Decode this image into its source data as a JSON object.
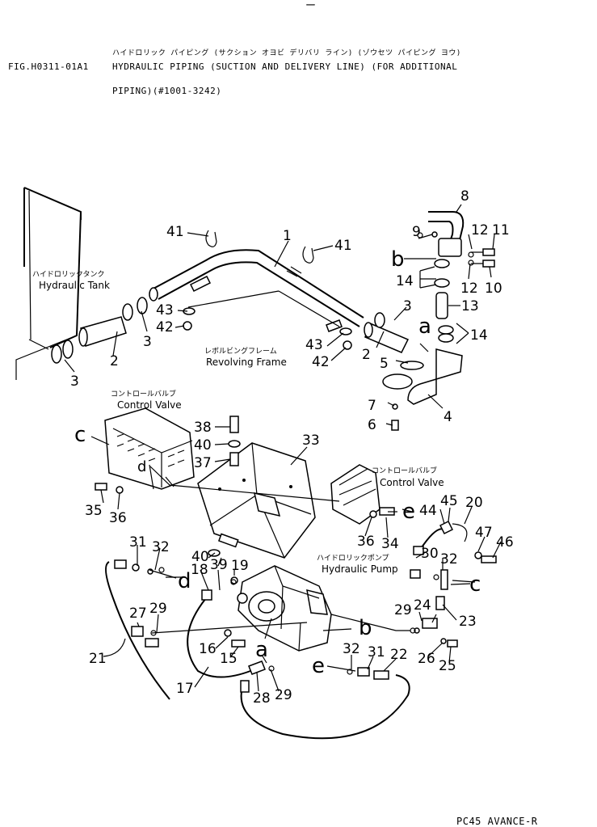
{
  "header": {
    "top_mark": "ー",
    "jp_title": "ハイドロリック パイピング (サクション オヨビ デリバリ ライン) (ゾウセツ パイピング ヨウ)",
    "fig_no": "FIG.H0311-01A1",
    "title_line1": "HYDRAULIC PIPING (SUCTION AND DELIVERY LINE) (FOR ADDITIONAL",
    "title_line2": "PIPING)(#1001-3242)"
  },
  "labels": {
    "hydraulic_tank_jp": "ハイドロリックタンク",
    "hydraulic_tank_en": "Hydraulic Tank",
    "revolving_frame_jp": "レボルビングフレーム",
    "revolving_frame_en": "Revolving Frame",
    "control_valve_left_jp": "コントロールバルブ",
    "control_valve_left_en": "Control Valve",
    "control_valve_right_jp": "コントロールバルブ",
    "control_valve_right_en": "Control Valve",
    "hydraulic_pump_jp": "ハイドロリックポンプ",
    "hydraulic_pump_en": "Hydraulic Pump"
  },
  "refs": [
    "a",
    "b",
    "c",
    "d",
    "e"
  ],
  "callouts": [
    "1",
    "2",
    "3",
    "4",
    "5",
    "6",
    "7",
    "8",
    "9",
    "10",
    "11",
    "12",
    "13",
    "14",
    "15",
    "16",
    "17",
    "18",
    "19",
    "20",
    "21",
    "22",
    "23",
    "24",
    "25",
    "26",
    "27",
    "28",
    "29",
    "30",
    "31",
    "32",
    "33",
    "34",
    "35",
    "36",
    "37",
    "38",
    "39",
    "40",
    "41",
    "42",
    "43",
    "44",
    "45",
    "46",
    "47"
  ],
  "footer": "PC45 AVANCE-R"
}
